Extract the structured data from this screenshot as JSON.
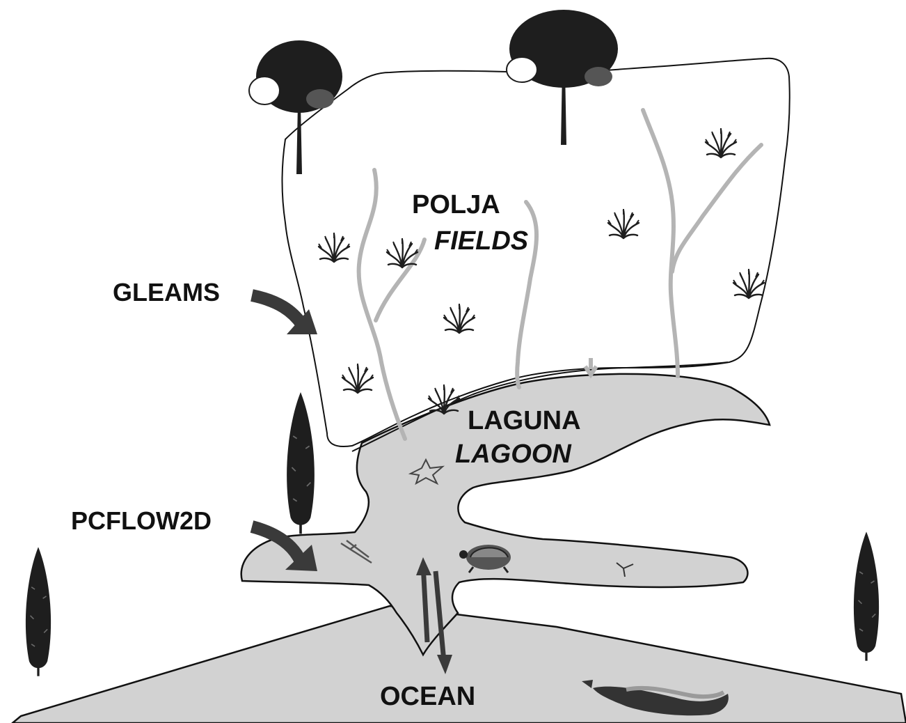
{
  "labels": {
    "polja": "POLJA",
    "fields": "FIELDS",
    "gleams": "GLEAMS",
    "laguna": "LAGUNA",
    "lagoon": "LAGOON",
    "pcflow2d": "PCFLOW2D",
    "ocean": "OCEAN"
  },
  "colors": {
    "water": "#d2d2d2",
    "stream": "#b4b4b4",
    "arrow": "#3a3a3a",
    "tree": "#1e1e1e",
    "outline": "#111111"
  },
  "icons": [
    "deciduous-tree-icon",
    "cypress-tree-icon",
    "shrub-icon",
    "starfish-icon",
    "fish-icon",
    "turtle-icon",
    "bird-icon",
    "whale-icon"
  ]
}
